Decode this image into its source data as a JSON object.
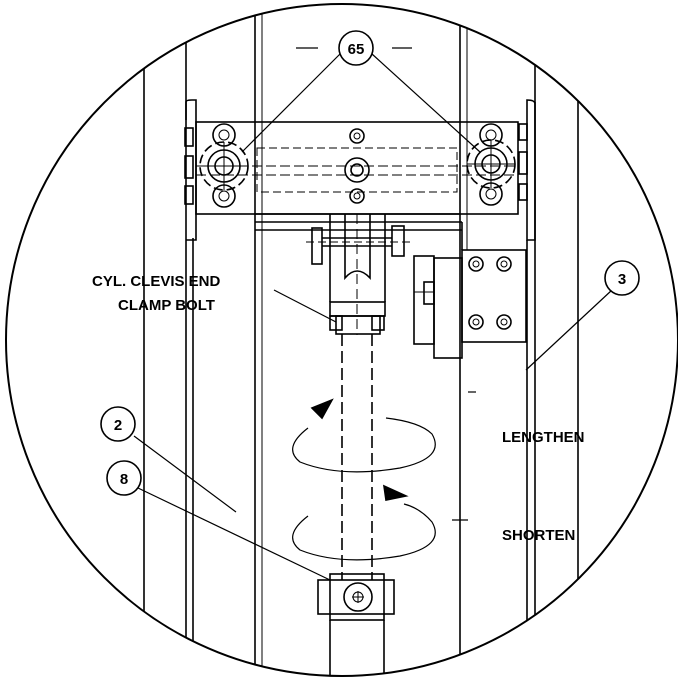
{
  "diagram": {
    "labels": {
      "clevis_line1": "CYL. CLEVIS END",
      "clevis_line2": "CLAMP BOLT",
      "lengthen": "LENGTHEN",
      "shorten": "SHORTEN"
    },
    "callouts": {
      "c65": "65",
      "c3": "3",
      "c2": "2",
      "c8": "8"
    },
    "colors": {
      "line": "#000000",
      "background": "#ffffff"
    }
  }
}
